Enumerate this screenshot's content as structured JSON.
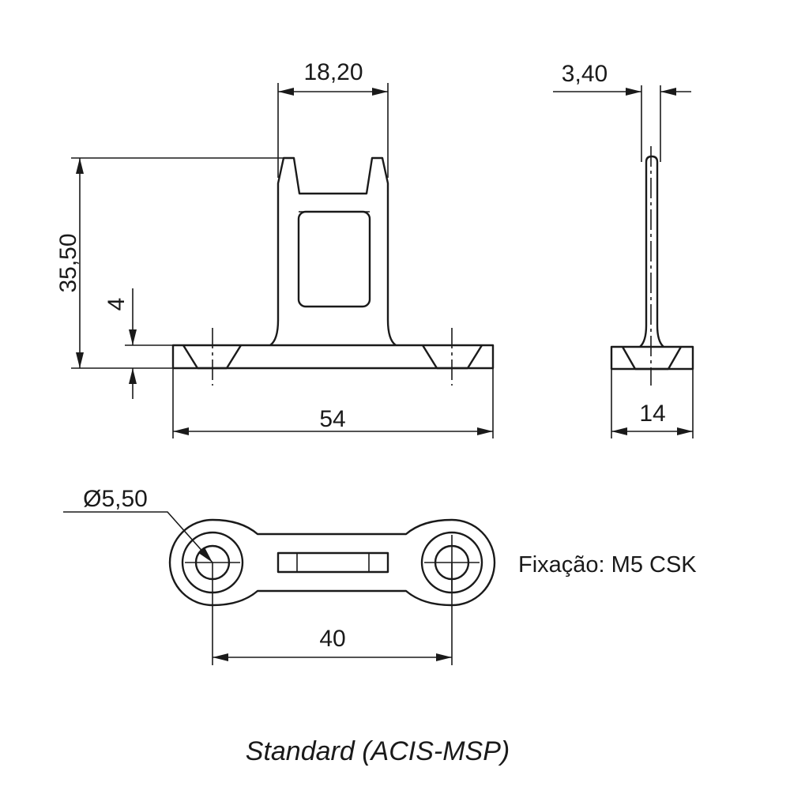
{
  "dimensions": {
    "slot_width": "18,20",
    "total_height": "35,50",
    "base_thickness": "4",
    "base_length": "54",
    "tongue_thickness": "3,40",
    "base_depth": "14",
    "hole_diameter": "Ø5,50",
    "hole_spacing": "40"
  },
  "notes": {
    "fixing": "Fixação: M5 CSK"
  },
  "caption": "Standard (ACIS-MSP)"
}
